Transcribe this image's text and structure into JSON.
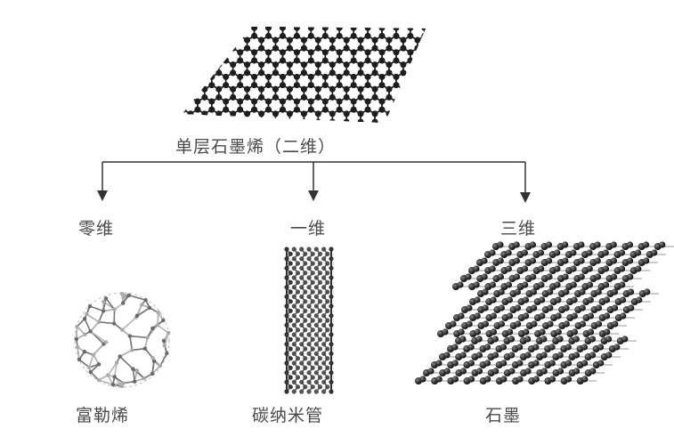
{
  "diagram": {
    "root": {
      "label": "单层石墨烯（二维）",
      "structure": "graphene-sheet"
    },
    "branches": [
      {
        "dimension": "零维",
        "material": "富勒烯",
        "structure": "fullerene-sphere"
      },
      {
        "dimension": "一维",
        "material": "碳纳米管",
        "structure": "carbon-nanotube"
      },
      {
        "dimension": "三维",
        "material": "石墨",
        "structure": "graphite-layers"
      }
    ],
    "colors": {
      "background": "#ffffff",
      "line": "#333333",
      "atom": "#2a2a2a",
      "text": "#4a4a4a"
    }
  }
}
